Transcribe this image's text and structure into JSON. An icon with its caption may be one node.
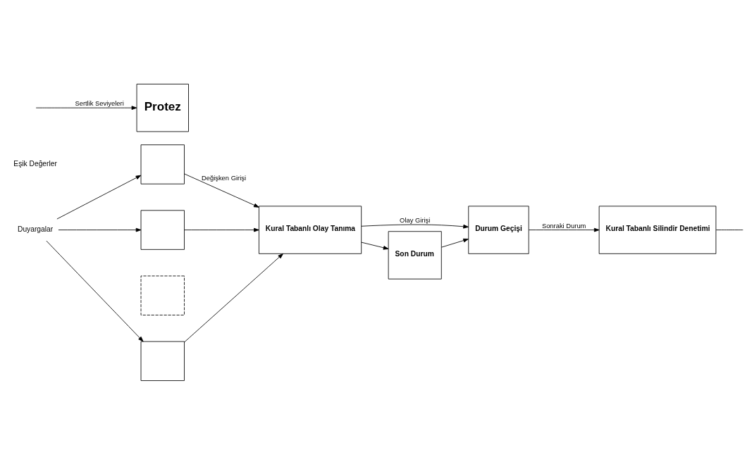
{
  "diagram": {
    "nodes": [
      {
        "text": [
          "Duyargalar"
        ]
      },
      {
        "text": [],
        "shape": "box"
      },
      {
        "text": [],
        "shape": "box"
      },
      {
        "text": [],
        "shape": "box"
      },
      {
        "text": [],
        "shape": "box"
      },
      {
        "text": [
          "Kural Tabanlı Olay Tanıma"
        ]
      },
      {
        "text": [
          "Durum Geçişi"
        ]
      },
      {
        "text": [
          "Son Durum"
        ]
      },
      {
        "text": [
          "Kural Tabanlı Silindir Denetimi"
        ]
      },
      {
        "text": [
          "Protez"
        ]
      }
    ],
    "edges": [
      {
        "from": 0,
        "to": 1,
        "arrow": "to"
      },
      {
        "from": 0,
        "to": 2,
        "arrow": "to"
      },
      {
        "from": 0,
        "to": 4,
        "arrow": "to"
      },
      {
        "from": 1,
        "to": 5,
        "arrow": "to",
        "label": "Değişken Girişi"
      },
      {
        "from": 2,
        "to": 5,
        "arrow": "to"
      },
      {
        "from": 4,
        "to": 5,
        "arrow": "to"
      },
      {
        "from": 5,
        "to": 6,
        "arrow": "to",
        "label": "Olay Girişi"
      },
      {
        "from": 5,
        "to": 7,
        "arrow": "to"
      },
      {
        "from": 7,
        "to": 6,
        "arrow": "to"
      },
      {
        "from": 6,
        "to": 8,
        "arrow": "to",
        "label": "Sonraki Durum"
      },
      {
        "from": 8,
        "to": null,
        "arrow": "none"
      },
      {
        "from": null,
        "to": 9,
        "arrow": "to",
        "label": "Sertlik Seviyeleri"
      }
    ],
    "labels": [
      "Eşik Değerler"
    ]
  }
}
